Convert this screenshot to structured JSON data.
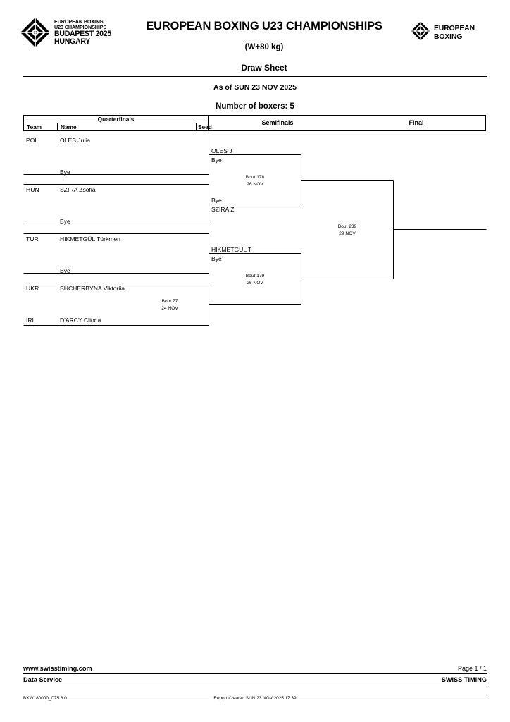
{
  "header": {
    "event_logo": {
      "line1": "EUROPEAN BOXING",
      "line2": "U23 CHAMPIONSHIPS",
      "line3": "BUDAPEST 2025",
      "line4": "HUNGARY"
    },
    "title": "EUROPEAN BOXING U23 CHAMPIONSHIPS",
    "weight_class": "(W+80 kg)",
    "document_type": "Draw Sheet",
    "federation_logo": {
      "line1": "EUROPEAN",
      "line2": "BOXING"
    },
    "as_of": "As of SUN 23 NOV 2025",
    "boxer_count": "Number of boxers: 5"
  },
  "columns": {
    "quarterfinals": "Quarterfinals",
    "team": "Team",
    "name": "Name",
    "seed": "Seed",
    "semifinals": "Semifinals",
    "final": "Final"
  },
  "bracket": {
    "quarterfinals": [
      {
        "team": "POL",
        "name": "OLES Julia",
        "seed": "",
        "opponent": "Bye"
      },
      {
        "team": "HUN",
        "name": "SZIRA Zsófia",
        "seed": "",
        "opponent": "Bye"
      },
      {
        "team": "TUR",
        "name": "HIKMETGÜL Türkmen",
        "seed": "",
        "opponent": "Bye"
      },
      {
        "team": "UKR",
        "name": "SHCHERBYNA Viktoriia",
        "seed": "",
        "opponent": ""
      },
      {
        "team": "IRL",
        "name": "D'ARCY Cliona",
        "seed": "",
        "opponent": ""
      }
    ],
    "qf_bout": {
      "number": "Bout  77",
      "date": "24 NOV"
    },
    "semifinals": [
      {
        "top": "OLES J",
        "bottom": "Bye",
        "feed_top": "Bye",
        "feed_bottom": "SZIRA Z",
        "bout_number": "Bout  178",
        "bout_date": "26 NOV"
      },
      {
        "top": "HIKMETGÜL T",
        "bottom": "Bye",
        "bout_number": "Bout  179",
        "bout_date": "26 NOV"
      }
    ],
    "final": {
      "bout_number": "Bout  239",
      "bout_date": "29 NOV"
    }
  },
  "footer": {
    "website": "www.swisstiming.com",
    "page": "Page 1 / 1",
    "data_service": "Data Service",
    "company": "SWISS TIMING",
    "report_code": "BXW180000_C75 6.0",
    "report_created": "Report Created  SUN 23 NOV 2025 17:39"
  }
}
